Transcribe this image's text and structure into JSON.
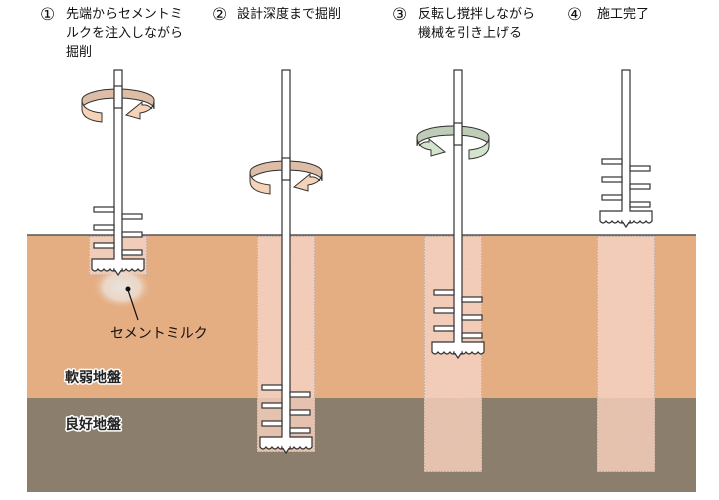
{
  "steps": [
    {
      "number": "①",
      "lines": [
        "先端からセメントミ",
        "ルクを注入しながら",
        "掘削"
      ]
    },
    {
      "number": "②",
      "lines": [
        "設計深度まで掘削"
      ]
    },
    {
      "number": "③",
      "lines": [
        "反転し撹拌しながら",
        "機械を引き上げる"
      ]
    },
    {
      "number": "④",
      "lines": [
        "施工完了"
      ]
    }
  ],
  "layers": {
    "soft": "軟弱地盤",
    "hard": "良好地盤"
  },
  "callout": "セメントミルク",
  "rotation": [
    {
      "step": 1,
      "direction": "forward"
    },
    {
      "step": 2,
      "direction": "forward"
    },
    {
      "step": 3,
      "direction": "reverse"
    }
  ],
  "colors": {
    "soft_ground": "#e5ad82",
    "hard_ground": "#8b7e6d",
    "soil_column": "#efbfa4",
    "arrow_forward": "#f6d2b8",
    "arrow_reverse": "#d4e3cc",
    "outline": "#333333"
  }
}
